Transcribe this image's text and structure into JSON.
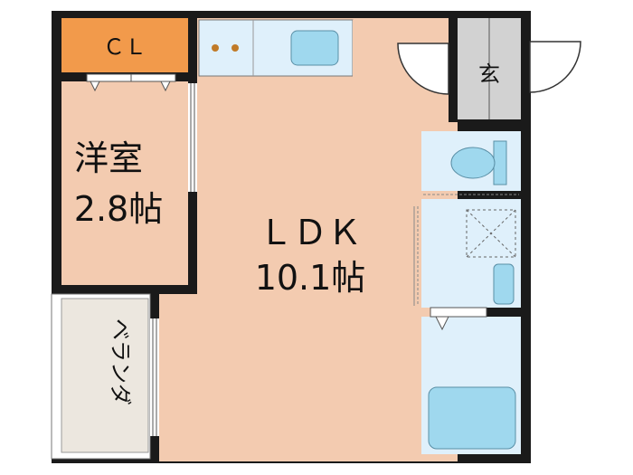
{
  "floorplan": {
    "rooms": {
      "closet": {
        "label": "ＣＬ"
      },
      "western_room": {
        "name": "洋室",
        "size": "2.8帖"
      },
      "ldk": {
        "name": "ＬＤＫ",
        "size": "10.1帖"
      },
      "entrance": {
        "label": "玄"
      },
      "balcony": {
        "label": "ベランダ"
      }
    },
    "colors": {
      "wall": "#1a1a1a",
      "room_floor": "#f3cbb0",
      "closet": "#f29a4b",
      "wet_area": "#dff0fb",
      "fixture": "#9fd8ee",
      "entrance": "#d2d2d2",
      "balcony": "#ece7df"
    }
  }
}
